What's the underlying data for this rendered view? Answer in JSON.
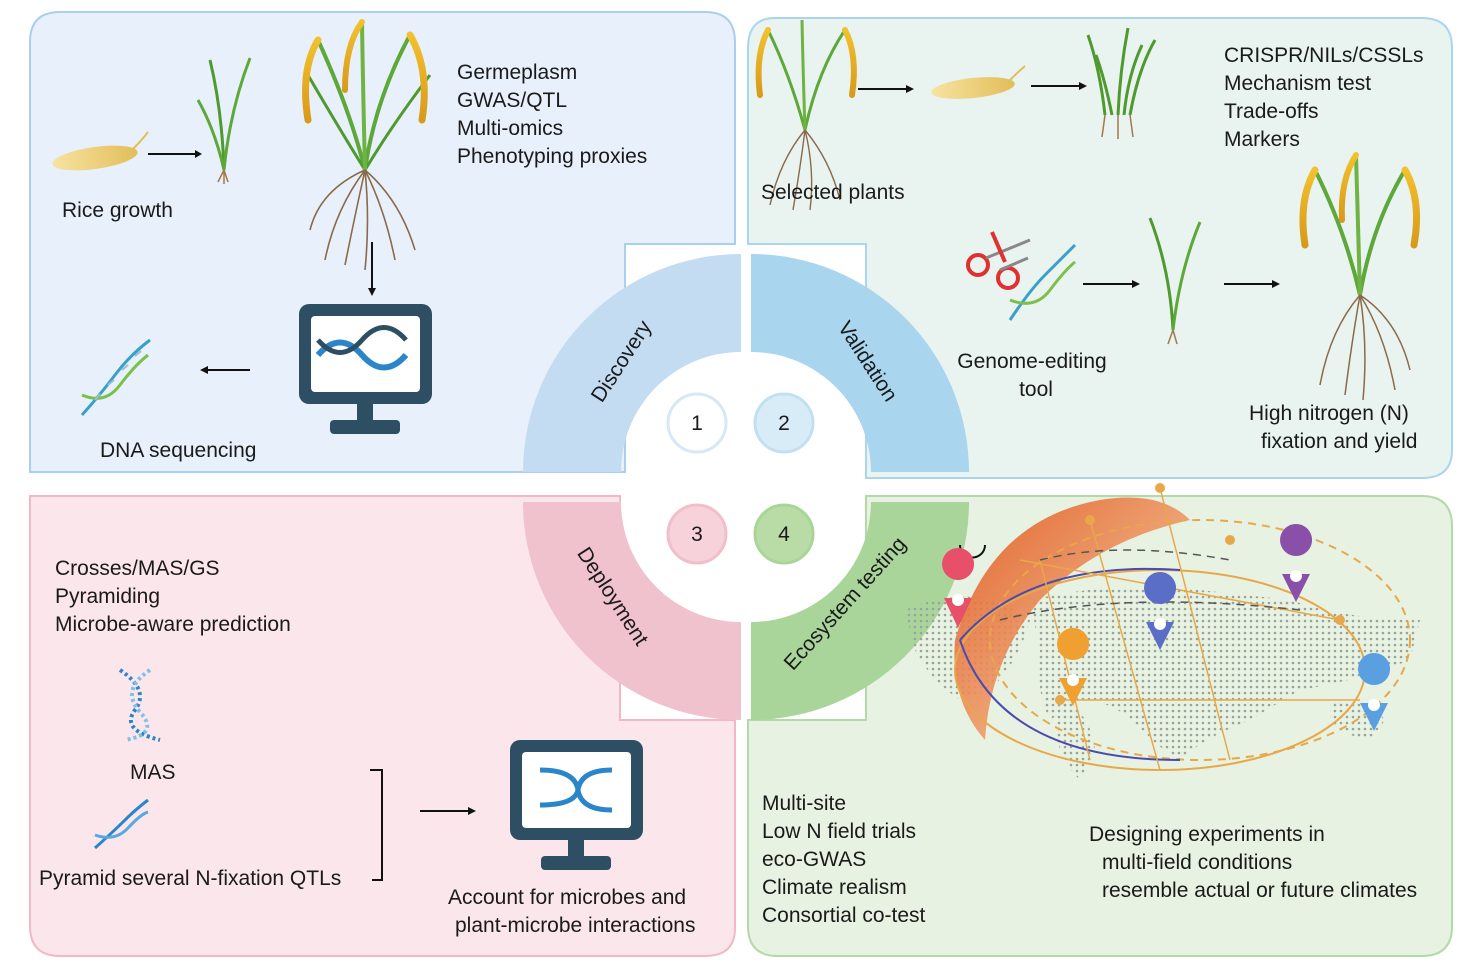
{
  "colors": {
    "discovery_bg": "#e8f1fb",
    "discovery_border": "#a9cfee",
    "discovery_arc": "#c4dcf2",
    "validation_bg": "#e9f3ef",
    "validation_border": "#a9d6ee",
    "validation_arc": "#a9d6ee",
    "deployment_bg": "#fbe6eb",
    "deployment_border": "#f2b8c5",
    "deployment_arc": "#f0c2cd",
    "ecosystem_bg": "#e7f2e2",
    "ecosystem_border": "#b4d9a8",
    "ecosystem_arc": "#a9d59a"
  },
  "center": {
    "stages": [
      {
        "number": "1",
        "label": "Discovery"
      },
      {
        "number": "2",
        "label": "Validation"
      },
      {
        "number": "3",
        "label": "Deployment"
      },
      {
        "number": "4",
        "label": "Ecosystem testing"
      }
    ]
  },
  "discovery": {
    "rice_growth": "Rice growth",
    "list": [
      "Germeplasm",
      "GWAS/QTL",
      "Multi-omics",
      "Phenotyping proxies"
    ],
    "dna_sequencing": "DNA sequencing"
  },
  "validation": {
    "list": [
      "CRISPR/NILs/CSSLs",
      "Mechanism test",
      "Trade-offs",
      "Markers"
    ],
    "selected_plants": "Selected plants",
    "genome_editing": [
      "Genome-editing",
      "tool"
    ],
    "outcome": [
      "High nitrogen (N)",
      "fixation and yield"
    ]
  },
  "deployment": {
    "list": [
      "Crosses/MAS/GS",
      "Pyramiding",
      "Microbe-aware prediction"
    ],
    "mas": "MAS",
    "pyramid": "Pyramid several N-fixation QTLs",
    "account": [
      "Account for microbes and",
      "plant-microbe interactions"
    ]
  },
  "ecosystem": {
    "list": [
      "Multi-site",
      "Low N field trials",
      "eco-GWAS",
      "Climate realism",
      "Consortial co-test"
    ],
    "designing": [
      "Designing experiments in",
      "multi-field conditions",
      "resemble actual or future climates"
    ],
    "pin_colors": [
      "#e8506a",
      "#8a4fa8",
      "#5a6ec8",
      "#f0a030",
      "#5aa0e0"
    ]
  }
}
